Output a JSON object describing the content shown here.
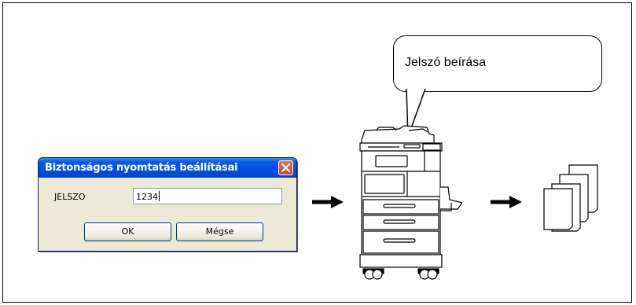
{
  "dialog": {
    "title": "Biztonságos nyomtatás beállításai",
    "password_label": "JELSZO",
    "password_value": "1234",
    "ok_label": "OK",
    "cancel_label": "Mégse"
  },
  "callout": {
    "text": "Jelszó beírása"
  },
  "colors": {
    "titlebar": "#0050e0",
    "dialog_bg": "#ece9d8",
    "close_button": "#d85a3c"
  },
  "icons": [
    "close-icon",
    "right-arrow-icon",
    "copier-icon",
    "printed-pages-icon"
  ]
}
